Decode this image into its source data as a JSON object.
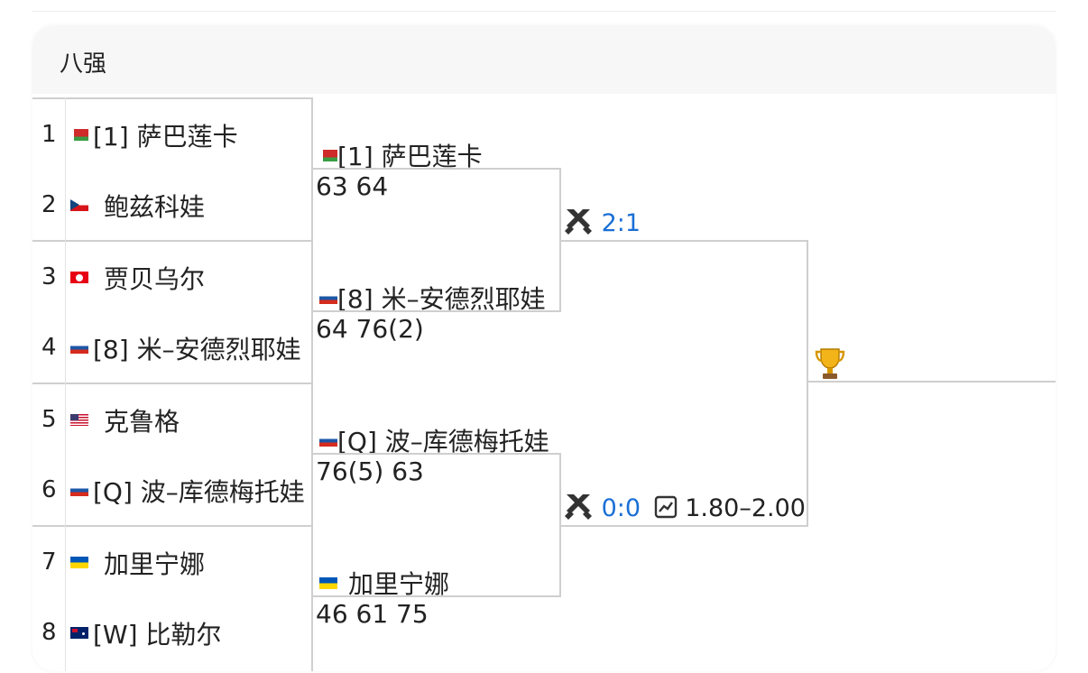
{
  "header": {
    "title": "八强"
  },
  "seeds": [
    {
      "seed": "1",
      "flag": "by",
      "name": "[1] 萨巴莲卡"
    },
    {
      "seed": "2",
      "flag": "cz",
      "name": "鲍兹科娃"
    },
    {
      "seed": "3",
      "flag": "tn",
      "name": "贾贝乌尔"
    },
    {
      "seed": "4",
      "flag": "ru",
      "name": "[8] 米–安德烈耶娃"
    },
    {
      "seed": "5",
      "flag": "us",
      "name": "克鲁格"
    },
    {
      "seed": "6",
      "flag": "ru",
      "name": "[Q] 波–库德梅托娃"
    },
    {
      "seed": "7",
      "flag": "ua",
      "name": "加里宁娜"
    },
    {
      "seed": "8",
      "flag": "au",
      "name": "[W] 比勒尔"
    }
  ],
  "round2": [
    {
      "flag": "by",
      "name": "[1] 萨巴莲卡",
      "score": "63 64"
    },
    {
      "flag": "ru",
      "name": "[8] 米–安德烈耶娃",
      "score": "64 76(2)"
    },
    {
      "flag": "ru",
      "name": "[Q] 波–库德梅托娃",
      "score": "76(5) 63"
    },
    {
      "flag": "ua",
      "name": "加里宁娜",
      "score": "46 61 75"
    }
  ],
  "semis": [
    {
      "h2h": "2:1"
    },
    {
      "h2h": "0:0",
      "odds": "1.80–2.00"
    }
  ],
  "icons": {
    "h2h": "crossed-swords-icon",
    "odds": "chart-icon",
    "final": "trophy-icon"
  },
  "colors": {
    "link": "#1a6fd6",
    "line": "#cfcfcf",
    "header_bg": "#f7f7f7"
  }
}
